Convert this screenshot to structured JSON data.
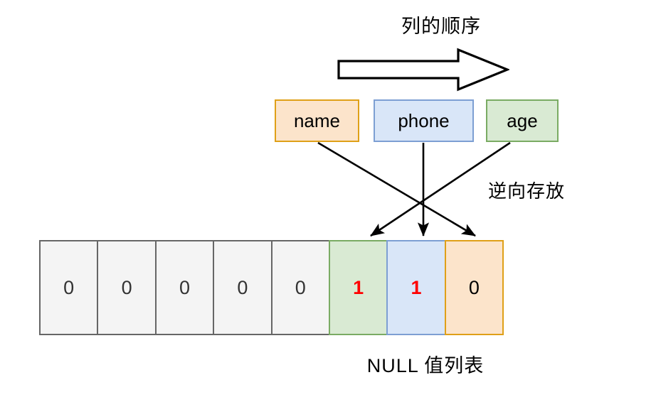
{
  "diagram": {
    "title_label": "列的顺序",
    "reverse_label": "逆向存放",
    "caption": "NULL 值列表",
    "order_arrow_icon": "block-right-arrow-icon",
    "columns": [
      {
        "label": "name",
        "fill": "#fce4cb",
        "stroke": "#dfa018"
      },
      {
        "label": "phone",
        "fill": "#d9e6f8",
        "stroke": "#7d9fd3"
      },
      {
        "label": "age",
        "fill": "#d9ead3",
        "stroke": "#7aab63"
      }
    ],
    "null_bitmap": {
      "cells": [
        {
          "value": "0",
          "style": "gray",
          "text_color": "#333333"
        },
        {
          "value": "0",
          "style": "gray",
          "text_color": "#333333"
        },
        {
          "value": "0",
          "style": "gray",
          "text_color": "#333333"
        },
        {
          "value": "0",
          "style": "gray",
          "text_color": "#333333"
        },
        {
          "value": "0",
          "style": "gray",
          "text_color": "#333333"
        },
        {
          "value": "1",
          "style": "green",
          "text_color": "#ff0000"
        },
        {
          "value": "1",
          "style": "blue",
          "text_color": "#ff0000"
        },
        {
          "value": "0",
          "style": "orange",
          "text_color": "#000000"
        }
      ]
    },
    "mappings": [
      {
        "from": "name",
        "to_cell_index": 7
      },
      {
        "from": "phone",
        "to_cell_index": 6
      },
      {
        "from": "age",
        "to_cell_index": 5
      }
    ],
    "colors": {
      "orange_fill": "#fce4cb",
      "orange_stroke": "#dfa018",
      "blue_fill": "#d9e6f8",
      "blue_stroke": "#7d9fd3",
      "green_fill": "#d9ead3",
      "green_stroke": "#7aab63",
      "gray_fill": "#f4f4f4",
      "gray_stroke": "#666666",
      "highlight_text": "#ff0000"
    }
  }
}
